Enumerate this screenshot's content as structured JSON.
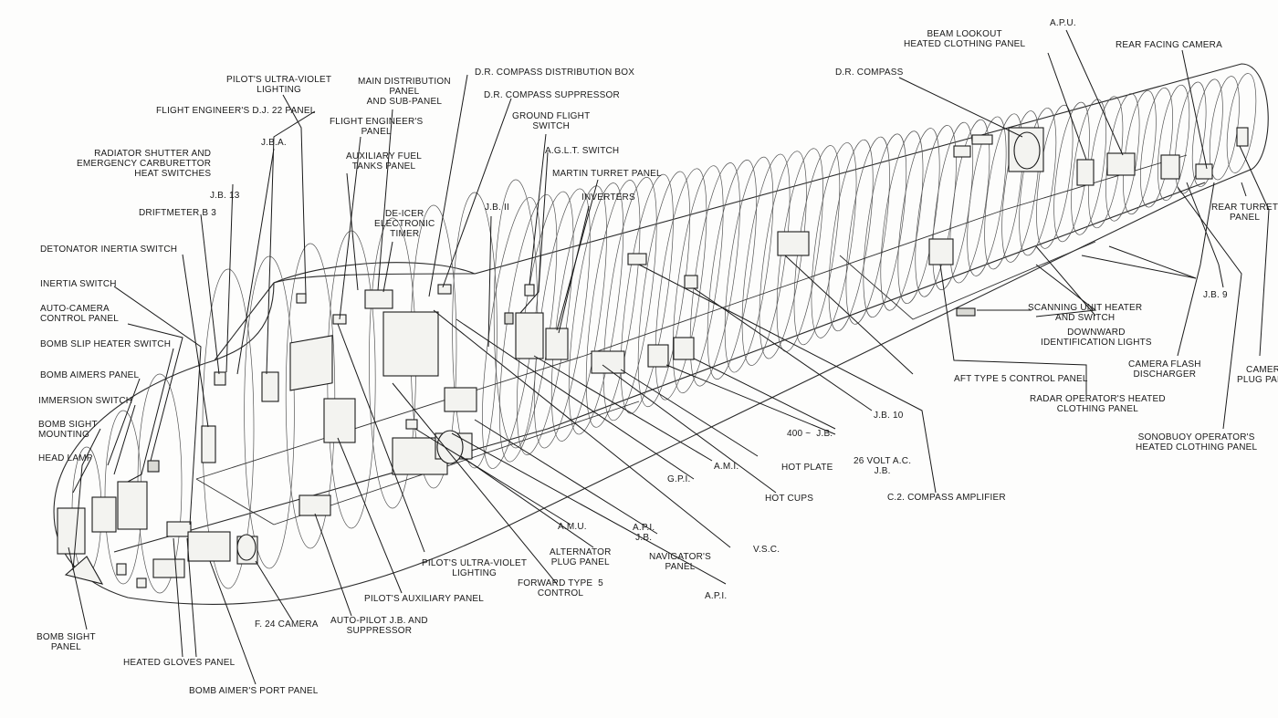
{
  "labels": [
    {
      "id": "beam-lookout",
      "text": "BEAM LOOKOUT\nHEATED CLOTHING PANEL"
    },
    {
      "id": "apu",
      "text": "A.P.U."
    },
    {
      "id": "rear-facing-camera",
      "text": "REAR FACING CAMERA"
    },
    {
      "id": "dr-compass",
      "text": "D.R. COMPASS"
    },
    {
      "id": "pilots-uv-lighting-top",
      "text": "PILOT'S ULTRA-VIOLET\nLIGHTING"
    },
    {
      "id": "main-distribution-panel",
      "text": "MAIN DISTRIBUTION\nPANEL\nAND SUB-PANEL"
    },
    {
      "id": "dr-compass-distribution-box",
      "text": "D.R. COMPASS DISTRIBUTION BOX"
    },
    {
      "id": "dr-compass-suppressor",
      "text": "D.R. COMPASS SUPPRESSOR"
    },
    {
      "id": "flight-engineers-dj22-panel",
      "text": "FLIGHT ENGINEER'S D.J. 22 PANEL"
    },
    {
      "id": "flight-engineers-panel",
      "text": "FLIGHT ENGINEER'S\nPANEL"
    },
    {
      "id": "ground-flight-switch",
      "text": "GROUND FLIGHT\nSWITCH"
    },
    {
      "id": "jba",
      "text": "J.B.A."
    },
    {
      "id": "agl-t-switch",
      "text": "A.G.L.T. SWITCH"
    },
    {
      "id": "radiator-shutter",
      "text": "RADIATOR SHUTTER AND\nEMERGENCY CARBURETTOR\nHEAT SWITCHES"
    },
    {
      "id": "aux-fuel-tanks-panel",
      "text": "AUXILIARY FUEL\nTANKS PANEL"
    },
    {
      "id": "martin-turret-panel",
      "text": "MARTIN TURRET PANEL"
    },
    {
      "id": "jb13",
      "text": "J.B. 13"
    },
    {
      "id": "inverters",
      "text": "INVERTERS"
    },
    {
      "id": "de-icer-timer",
      "text": "DE-ICER\nELECTRONIC\nTIMER"
    },
    {
      "id": "jb11",
      "text": "J.B. II"
    },
    {
      "id": "driftmeter",
      "text": "DRIFTMETER B 3"
    },
    {
      "id": "rear-turret-panel",
      "text": "REAR TURRET\nPANEL"
    },
    {
      "id": "detonator-inertia-switch",
      "text": "DETONATOR INERTIA SWITCH"
    },
    {
      "id": "inertia-switch",
      "text": "INERTIA SWITCH"
    },
    {
      "id": "jb9",
      "text": "J.B. 9"
    },
    {
      "id": "auto-camera-control",
      "text": "AUTO-CAMERA\nCONTROL PANEL"
    },
    {
      "id": "scanning-unit-heater",
      "text": "SCANNING UNIT HEATER\nAND SWITCH"
    },
    {
      "id": "downward-identification-lights",
      "text": "DOWNWARD\nIDENTIFICATION LIGHTS"
    },
    {
      "id": "bomb-slip-heater-switch",
      "text": "BOMB SLIP HEATER SWITCH"
    },
    {
      "id": "camera-flash-discharger",
      "text": "CAMERA FLASH\nDISCHARGER"
    },
    {
      "id": "camera-plug-panel",
      "text": "CAMERA\nPLUG PANEL"
    },
    {
      "id": "bomb-aimers-panel",
      "text": "BOMB AIMERS PANEL"
    },
    {
      "id": "aft-type5-control-panel",
      "text": "AFT TYPE 5 CONTROL PANEL"
    },
    {
      "id": "immersion-switch",
      "text": "IMMERSION SWITCH"
    },
    {
      "id": "radar-operators-panel",
      "text": "RADAR OPERATOR'S HEATED\nCLOTHING PANEL"
    },
    {
      "id": "bomb-sight-mounting",
      "text": "BOMB SIGHT\nMOUNTING"
    },
    {
      "id": "jb10",
      "text": "J.B. 10"
    },
    {
      "id": "inv-400-jb",
      "text": "400 ~  J.B."
    },
    {
      "id": "sonobuoy-operators-panel",
      "text": "SONOBUOY OPERATOR'S\nHEATED CLOTHING PANEL"
    },
    {
      "id": "head-lamp",
      "text": "HEAD LAMP"
    },
    {
      "id": "hot-plate",
      "text": "HOT PLATE"
    },
    {
      "id": "26v-ac-jb",
      "text": "26 VOLT A.C.\nJ.B."
    },
    {
      "id": "ami",
      "text": "A.M.I."
    },
    {
      "id": "gpi",
      "text": "G.P.I."
    },
    {
      "id": "hot-cups",
      "text": "HOT CUPS"
    },
    {
      "id": "c2-compass-amplifier",
      "text": "C.2. COMPASS AMPLIFIER"
    },
    {
      "id": "amu",
      "text": "A.M.U."
    },
    {
      "id": "api-jb",
      "text": "A.P.I.\nJ.B."
    },
    {
      "id": "vsc",
      "text": "V.S.C."
    },
    {
      "id": "alternator-plug-panel",
      "text": "ALTERNATOR\nPLUG PANEL"
    },
    {
      "id": "navigators-panel",
      "text": "NAVIGATOR'S\nPANEL"
    },
    {
      "id": "pilots-uv-lighting-bottom",
      "text": "PILOT'S ULTRA-VIOLET\nLIGHTING"
    },
    {
      "id": "forward-type5-control",
      "text": "FORWARD TYPE  5\nCONTROL"
    },
    {
      "id": "api",
      "text": "A.P.I."
    },
    {
      "id": "pilots-auxiliary-panel",
      "text": "PILOT'S AUXILIARY PANEL"
    },
    {
      "id": "f24-camera",
      "text": "F. 24 CAMERA"
    },
    {
      "id": "auto-pilot-jb",
      "text": "AUTO-PILOT J.B. AND\nSUPPRESSOR"
    },
    {
      "id": "bomb-sight-panel",
      "text": "BOMB SIGHT\nPANEL"
    },
    {
      "id": "heated-gloves-panel",
      "text": "HEATED GLOVES PANEL"
    },
    {
      "id": "bomb-aimers-port-panel",
      "text": "BOMB AIMER'S PORT PANEL"
    }
  ]
}
